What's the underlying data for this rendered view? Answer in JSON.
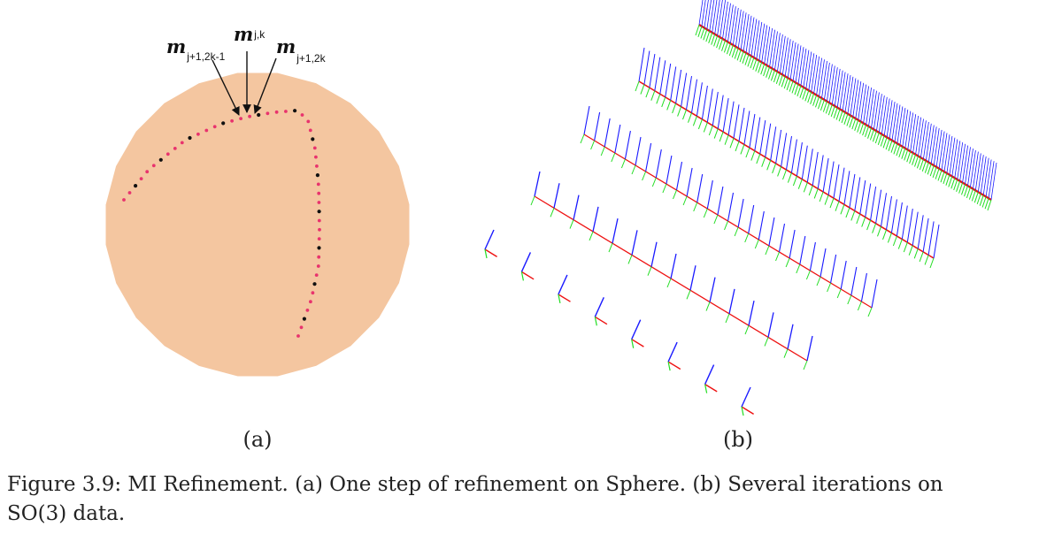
{
  "panel_a": {
    "sublabel": "(a)",
    "annotations": [
      {
        "symbol": "m",
        "subscript": "j+1,2k-1"
      },
      {
        "symbol": "m",
        "subscript": "j,k"
      },
      {
        "symbol": "m",
        "subscript": "j+1,2k"
      }
    ],
    "colors": {
      "sphere": "#f4c6a0",
      "coarse_point": "#111111",
      "refined_point": "#e8336d"
    }
  },
  "panel_b": {
    "sublabel": "(b)",
    "colors": {
      "curve": "#ee1111",
      "axis_blue": "#1a1aff",
      "axis_green": "#22dd22"
    },
    "iteration_frame_counts": [
      8,
      15,
      29,
      57,
      113
    ]
  },
  "caption": {
    "line1": "Figure 3.9: MI Refinement. (a) One step of refinement on Sphere. (b) Several iterations on",
    "line2": "SO(3) data."
  }
}
